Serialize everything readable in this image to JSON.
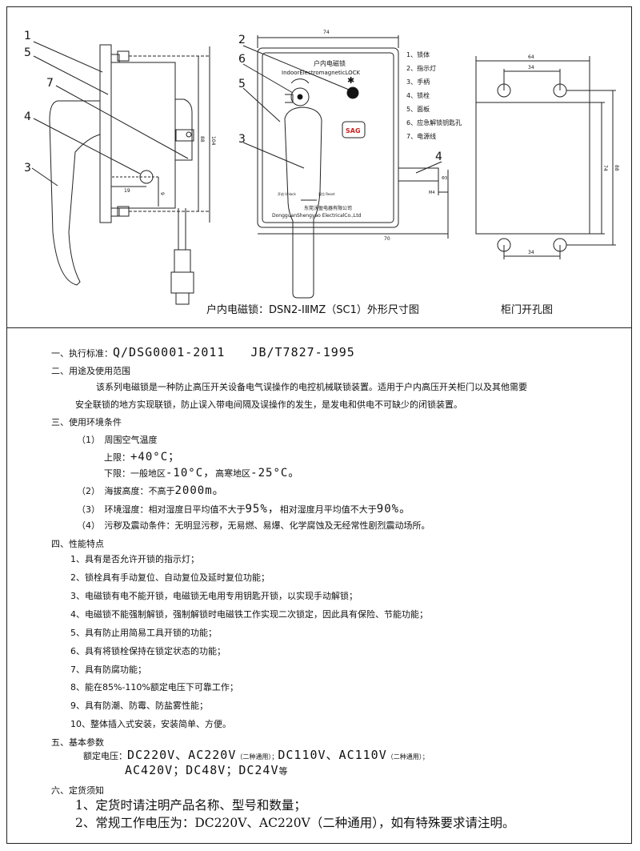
{
  "drawing_labels": {
    "lock_title_cn": "户内电磁锁",
    "lock_title_en": "IndoorElectromagneticLOCK",
    "company_cn": "东莞沃盈电器有限公司",
    "company_en": "DongguanShengyao ElectricalCo.,Ltd",
    "unlock_label": "开启 Unlock",
    "reset_label": "复位 Reset",
    "logo_text": "SAG",
    "dims": {
      "top_width": "74",
      "height_88": "88",
      "height_104": "104",
      "d19": "19",
      "d9": "9",
      "right_64": "64",
      "right_34_top": "34",
      "right_34_bottom": "34",
      "right_74": "74",
      "right_88": "88",
      "d70": "70",
      "m_label": "M4",
      "phi_label": "Φ3"
    },
    "callouts_left": [
      "1",
      "5",
      "7",
      "4",
      "3"
    ],
    "callouts_middle": [
      "2",
      "6",
      "5",
      "3",
      "4"
    ],
    "legend": [
      "1、锁体",
      "2、指示灯",
      "3、手柄",
      "4、锁栓",
      "5、面板",
      "6、应急解锁钥匙孔",
      "7、电源线"
    ]
  },
  "captions": {
    "left": "户内电磁锁：DSN2-ⅠⅡMZ（SC1）外形尺寸图",
    "right": "柜门开孔图"
  },
  "spec": {
    "s1_head": "一、执行标准：",
    "s1_std": "Q/DSG0001-2011　　JB/T7827-1995",
    "s2_head": "二、用途及使用范围",
    "s2_p1": "该系列电磁锁是一种防止高压开关设备电气误操作的电控机械联锁装置。适用于户内高压开关柜门以及其他需要",
    "s2_p2": "安全联锁的地方实现联锁，防止误入带电间隔及误操作的发生，是发电和供电不可缺少的闭锁装置。",
    "s3_head": "三、使用环境条件",
    "s3_1": "（1）　周围空气温度",
    "s3_1a_pre": "上限：",
    "s3_1a_val": "+40°C；",
    "s3_1b_pre": "下限：一般地区",
    "s3_1b_v1": "-10°C，",
    "s3_1b_mid": "高寒地区",
    "s3_1b_v2": "-25°C。",
    "s3_2_pre": "（2）　海拔高度：不高于",
    "s3_2_val": "2000m。",
    "s3_3_pre": "（3）　环境湿度：相对湿度日平均值不大于",
    "s3_3_v1": "95%，",
    "s3_3_mid": "相对湿度月平均值不大于",
    "s3_3_v2": "90%。",
    "s3_4": "（4）　污秽及震动条件：无明显污秽，无易燃、易爆、化学腐蚀及无经常性剧烈震动场所。",
    "s4_head": "四、性能特点",
    "s4_items": [
      "1、具有是否允许开锁的指示灯；",
      "2、锁栓具有手动复位、自动复位及延时复位功能；",
      "3、电磁锁有电不能开锁，电磁锁无电用专用钥匙开锁，以实现手动解锁；",
      "4、电磁锁不能强制解锁，强制解锁时电磁铁工作实现二次锁定，因此具有保险、节能功能；",
      "5、具有防止用简易工具开锁的功能；",
      "6、具有将锁栓保持在锁定状态的功能；",
      "7、具有防腐功能；",
      "8、能在85%-110%额定电压下可靠工作；",
      "9、具有防潮、防霉、防盐雾性能；",
      "10、整体插入式安装，安装简单、方便。"
    ],
    "s5_head": "五、基本参数",
    "s5_l1_pre": "额定电压：",
    "s5_l1_a": "DC220V、AC220V",
    "s5_l1_b": "（二种通用）；",
    "s5_l1_c": "DC110V、AC110V",
    "s5_l1_d": "（二种通用）；",
    "s5_l2_a": "AC420V；DC48V；DC24V",
    "s5_l2_b": "等",
    "s6_head": "六、定货须知",
    "s6_1": "1、定货时请注明产品名称、型号和数量；",
    "s6_2": "2、常规工作电压为：DC220V、AC220V（二种通用），如有特殊要求请注明。"
  },
  "colors": {
    "indicator_fill": "#111111",
    "logo_red": "#cc2222",
    "line": "#222222"
  }
}
